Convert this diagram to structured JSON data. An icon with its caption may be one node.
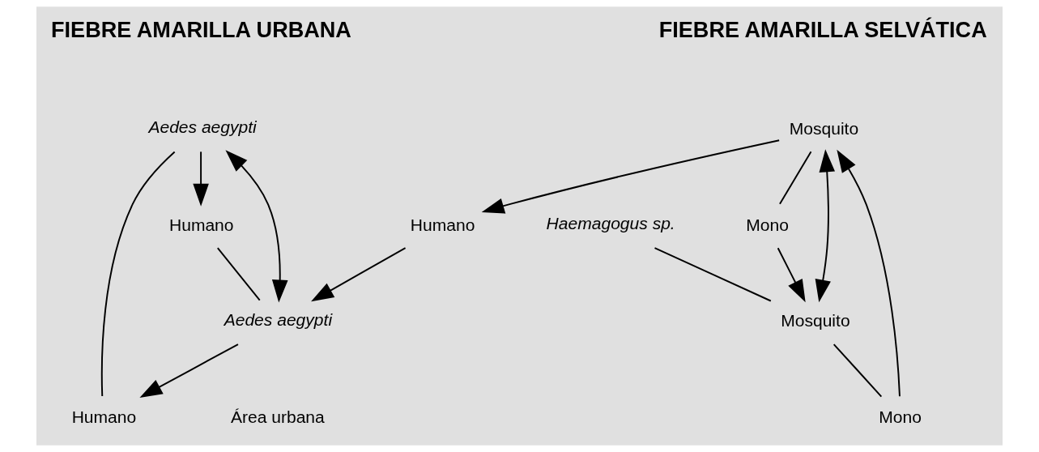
{
  "diagram": {
    "nodes": [
      {
        "text": [
          "Mosquito"
        ]
      },
      {
        "text": [
          "Mono"
        ]
      },
      {
        "text": [
          "Mono"
        ]
      },
      {
        "text": [
          "Mosquito"
        ]
      },
      {
        "text": [
          "Haemagogus sp."
        ]
      },
      {
        "text": [
          "Humano"
        ]
      },
      {
        "text": [
          "Aedes aegypti"
        ]
      },
      {
        "text": [
          "Humano"
        ]
      },
      {
        "text": [
          "Humano"
        ]
      },
      {
        "text": [
          "Aedes aegypti"
        ]
      }
    ],
    "edges": [
      {
        "from": 1,
        "to": 0,
        "arrow": "to"
      },
      {
        "from": 3,
        "to": 1,
        "arrow": "none"
      },
      {
        "from": 0,
        "to": 2,
        "arrow": "none"
      },
      {
        "from": 2,
        "to": 3,
        "arrow": "to"
      },
      {
        "from": 0,
        "to": 3,
        "arrow": "both"
      },
      {
        "from": 4,
        "to": 3,
        "arrow": "none"
      },
      {
        "from": 0,
        "to": 5,
        "arrow": "to"
      },
      {
        "from": 5,
        "to": 9,
        "arrow": "to"
      },
      {
        "from": 6,
        "to": 7,
        "arrow": "to"
      },
      {
        "from": 7,
        "to": 9,
        "arrow": "none"
      },
      {
        "from": 9,
        "to": 8,
        "arrow": "to"
      },
      {
        "from": 8,
        "to": 6,
        "arrow": "none"
      },
      {
        "from": 6,
        "to": 9,
        "arrow": "both"
      }
    ],
    "labels": [
      "FIEBRE AMARILLA SELVÁTICA",
      "FIEBRE AMARILLA URBANA",
      "Área urbana"
    ]
  }
}
